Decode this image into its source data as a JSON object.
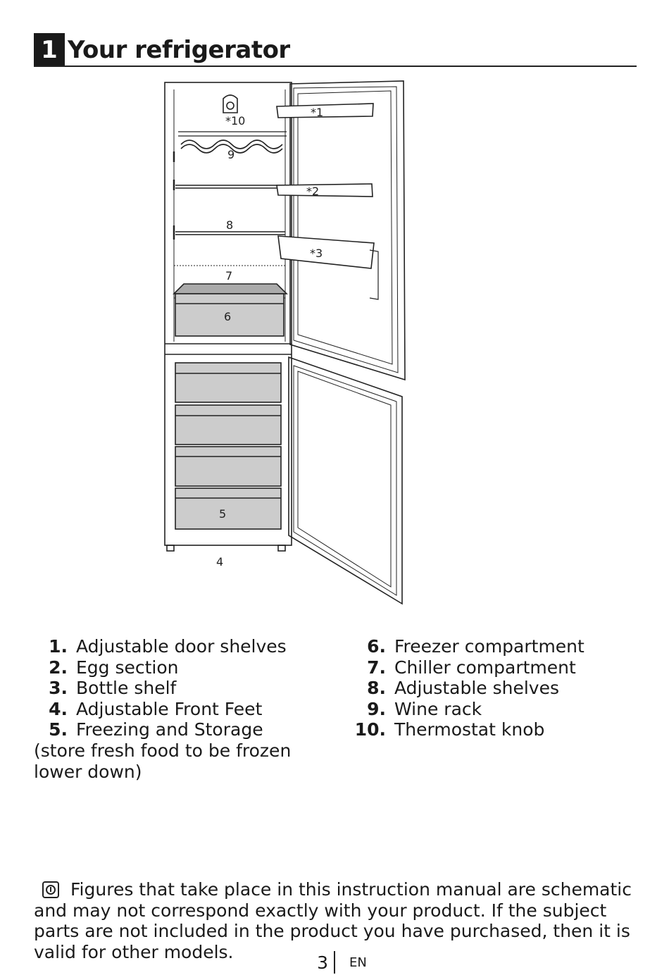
{
  "header": {
    "chapter_number": "1",
    "title": "Your refrigerator"
  },
  "figure": {
    "labels": {
      "l1": "*1",
      "l2": "*2",
      "l3": "*3",
      "l4": "4",
      "l5": "5",
      "l6": "6",
      "l7": "7",
      "l8": "8",
      "l9": "9",
      "l10": "*10"
    }
  },
  "parts_left": [
    {
      "num": "1.",
      "label": "Adjustable door shelves"
    },
    {
      "num": "2.",
      "label": "Egg section"
    },
    {
      "num": "3.",
      "label": "Bottle shelf"
    },
    {
      "num": "4.",
      "label": "Adjustable Front Feet"
    },
    {
      "num": "5.",
      "label": "Freezing and Storage (store fresh food to be frozen lower down)"
    }
  ],
  "parts_right": [
    {
      "num": "6.",
      "label": "Freezer compartment"
    },
    {
      "num": "7.",
      "label": "Chiller compartment"
    },
    {
      "num": "8.",
      "label": "Adjustable shelves"
    },
    {
      "num": "9.",
      "label": "Wine rack"
    },
    {
      "num": "10.",
      "label": "Thermostat knob"
    }
  ],
  "note": {
    "icon": "info-icon",
    "text": "Figures that take place in this instruction manual are schematic and may not correspond exactly with your product. If the subject parts are not included in the product you have purchased, then it is valid for other models."
  },
  "footer": {
    "page_number": "3",
    "language": "EN"
  }
}
